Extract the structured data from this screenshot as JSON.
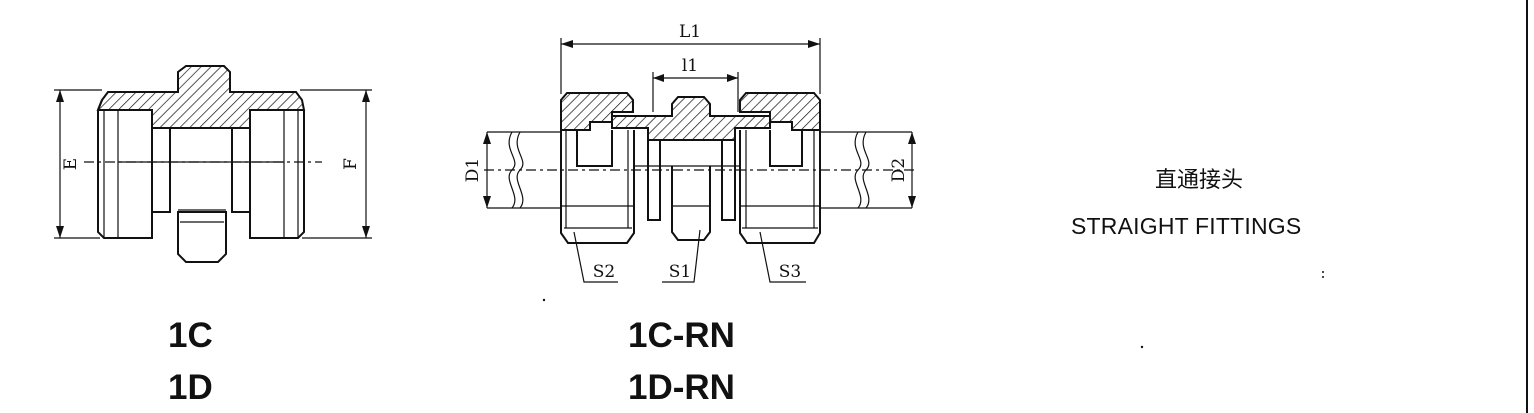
{
  "drawing_1c": {
    "dimension_labels": {
      "left": "E",
      "right": "F"
    },
    "codes": [
      "1C",
      "1D"
    ]
  },
  "drawing_1crn": {
    "dimension_labels": {
      "overall_length": "L1",
      "inner_length": "l1",
      "left_diameter": "D1",
      "right_diameter": "D2",
      "wrench_left": "S2",
      "wrench_center": "S1",
      "wrench_right": "S3"
    },
    "codes": [
      "1C-RN",
      "1D-RN"
    ]
  },
  "title": {
    "chinese": "直通接头",
    "english": "STRAIGHT FITTINGS"
  },
  "colors": {
    "ink": "#111111",
    "background": "#ffffff"
  }
}
